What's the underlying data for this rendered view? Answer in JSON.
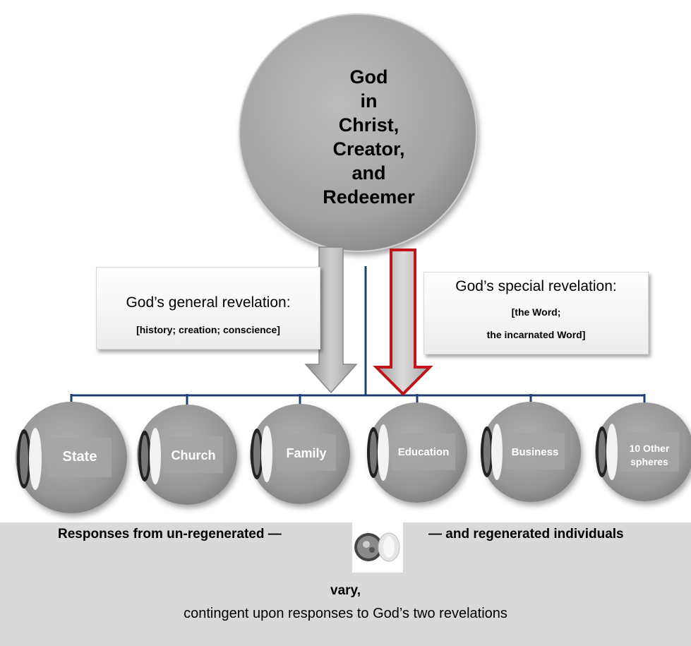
{
  "god": {
    "lines": [
      "God",
      "in",
      "Christ,",
      "Creator,",
      "and",
      "Redeemer"
    ]
  },
  "general_revelation": {
    "title": "God’s general revelation:",
    "subtitle": "[history; creation; conscience]"
  },
  "special_revelation": {
    "title": "God’s special revelation:",
    "subtitle_line1": "[the Word;",
    "subtitle_line2": "the incarnated Word]"
  },
  "spheres": [
    {
      "label": "State"
    },
    {
      "label": "Church"
    },
    {
      "label": "Family"
    },
    {
      "label": "Education"
    },
    {
      "label": "Business"
    },
    {
      "label_line1": "10 Other",
      "label_line2": "spheres"
    }
  ],
  "responses": {
    "left": "Responses from un-regenerated —",
    "right": "— and regenerated individuals",
    "vary": "vary,",
    "contingent": "contingent upon responses to God’s two revelations"
  },
  "colors": {
    "sphere_gray": "#9a9a9a",
    "connector_blue": "#1f3f6e",
    "special_arrow_red": "#c0141a",
    "bottom_panel": "#d9d9d9"
  }
}
